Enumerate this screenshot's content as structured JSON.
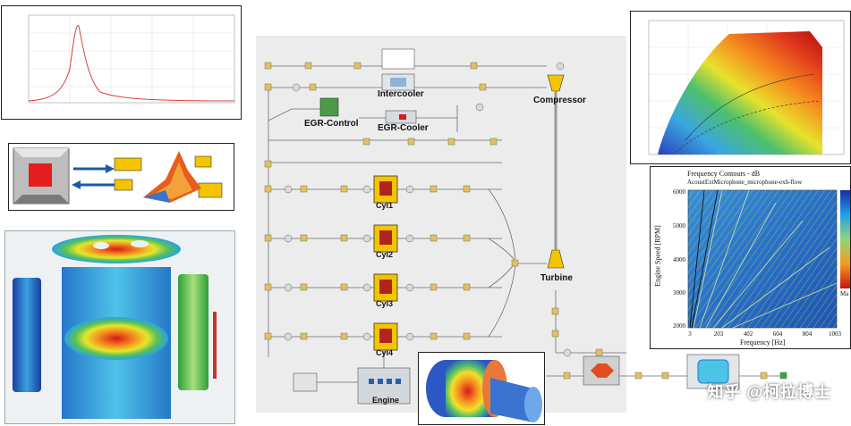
{
  "diagram": {
    "components": {
      "intercooler": "Intercooler",
      "compressor": "Compressor",
      "egr_control": "EGR-Control",
      "egr_cooler": "EGR-Cooler",
      "cyl1": "Cyl1",
      "cyl2": "Cyl2",
      "cyl3": "Cyl3",
      "cyl4": "Cyl4",
      "turbine": "Turbine",
      "engine": "Engine"
    }
  },
  "spectrum_chart": {
    "title": "Frequency Contours - dB",
    "subtitle": "AcoustExtMicrophone_microphone-exh-flow",
    "ylabel": "Engine Speed [RPM]",
    "xlabel": "Frequency [Hz]",
    "yticks": [
      "6000",
      "5000",
      "4000",
      "3000",
      "2000"
    ],
    "xticks": [
      "3",
      "203",
      "402",
      "604",
      "804",
      "1003"
    ],
    "colorbar_label": "Ma"
  },
  "watermark": "知乎 @柯拉博士",
  "colors": {
    "cylinder_fill": "#f5c400",
    "background": "#ffffff",
    "frame": "#222222"
  }
}
